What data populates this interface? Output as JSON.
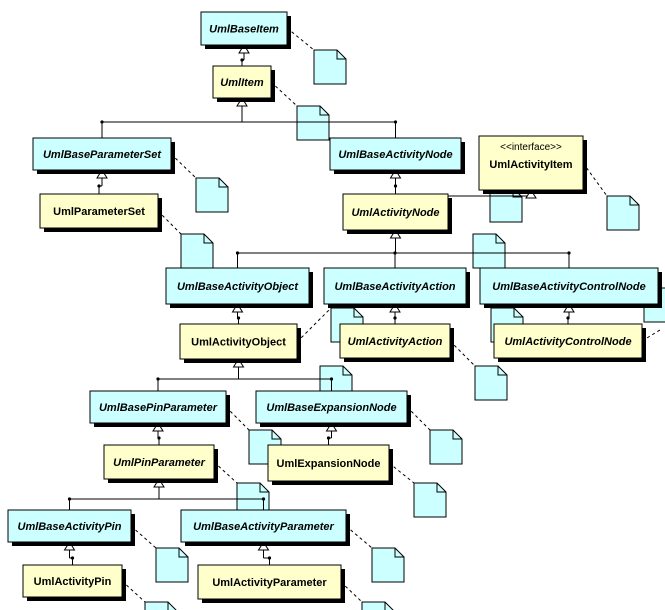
{
  "colors": {
    "base": "#ccffff",
    "derived": "#ffffcc",
    "note": "#ccffff",
    "line": "#000000",
    "shadow": "#000000"
  },
  "classes": [
    {
      "id": "UmlBaseItem",
      "label": "UmlBaseItem",
      "kind": "base",
      "italic": true
    },
    {
      "id": "UmlItem",
      "label": "UmlItem",
      "kind": "derived",
      "italic": true
    },
    {
      "id": "UmlBaseParameterSet",
      "label": "UmlBaseParameterSet",
      "kind": "base",
      "italic": true
    },
    {
      "id": "UmlBaseActivityNode",
      "label": "UmlBaseActivityNode",
      "kind": "base",
      "italic": true
    },
    {
      "id": "UmlActivityItem",
      "label": "UmlActivityItem",
      "stereotype": "<<interface>>",
      "kind": "derived",
      "italic": false
    },
    {
      "id": "UmlParameterSet",
      "label": "UmlParameterSet",
      "kind": "derived",
      "italic": false
    },
    {
      "id": "UmlActivityNode",
      "label": "UmlActivityNode",
      "kind": "derived",
      "italic": true
    },
    {
      "id": "UmlBaseActivityObject",
      "label": "UmlBaseActivityObject",
      "kind": "base",
      "italic": true
    },
    {
      "id": "UmlBaseActivityAction",
      "label": "UmlBaseActivityAction",
      "kind": "base",
      "italic": true
    },
    {
      "id": "UmlBaseActivityControlNode",
      "label": "UmlBaseActivityControlNode",
      "kind": "base",
      "italic": true
    },
    {
      "id": "UmlActivityObject",
      "label": "UmlActivityObject",
      "kind": "derived",
      "italic": false
    },
    {
      "id": "UmlActivityAction",
      "label": "UmlActivityAction",
      "kind": "derived",
      "italic": true
    },
    {
      "id": "UmlActivityControlNode",
      "label": "UmlActivityControlNode",
      "kind": "derived",
      "italic": true
    },
    {
      "id": "UmlBasePinParameter",
      "label": "UmlBasePinParameter",
      "kind": "base",
      "italic": true
    },
    {
      "id": "UmlBaseExpansionNode",
      "label": "UmlBaseExpansionNode",
      "kind": "base",
      "italic": true
    },
    {
      "id": "UmlPinParameter",
      "label": "UmlPinParameter",
      "kind": "derived",
      "italic": true
    },
    {
      "id": "UmlExpansionNode",
      "label": "UmlExpansionNode",
      "kind": "derived",
      "italic": false
    },
    {
      "id": "UmlBaseActivityPin",
      "label": "UmlBaseActivityPin",
      "kind": "base",
      "italic": true
    },
    {
      "id": "UmlBaseActivityParameter",
      "label": "UmlBaseActivityParameter",
      "kind": "base",
      "italic": true
    },
    {
      "id": "UmlActivityPin",
      "label": "UmlActivityPin",
      "kind": "derived",
      "italic": false
    },
    {
      "id": "UmlActivityParameter",
      "label": "UmlActivityParameter",
      "kind": "derived",
      "italic": false
    }
  ],
  "generalizations": [
    [
      "UmlItem",
      "UmlBaseItem"
    ],
    [
      "UmlBaseParameterSet",
      "UmlItem"
    ],
    [
      "UmlBaseActivityNode",
      "UmlItem"
    ],
    [
      "UmlActivityNode",
      "UmlBaseActivityNode"
    ],
    [
      "UmlActivityNode",
      "UmlActivityItem"
    ],
    [
      "UmlParameterSet",
      "UmlBaseParameterSet"
    ],
    [
      "UmlBaseActivityObject",
      "UmlActivityNode"
    ],
    [
      "UmlBaseActivityAction",
      "UmlActivityNode"
    ],
    [
      "UmlBaseActivityControlNode",
      "UmlActivityNode"
    ],
    [
      "UmlActivityObject",
      "UmlBaseActivityObject"
    ],
    [
      "UmlActivityAction",
      "UmlBaseActivityAction"
    ],
    [
      "UmlActivityControlNode",
      "UmlBaseActivityControlNode"
    ],
    [
      "UmlBasePinParameter",
      "UmlActivityObject"
    ],
    [
      "UmlBaseExpansionNode",
      "UmlActivityObject"
    ],
    [
      "UmlPinParameter",
      "UmlBasePinParameter"
    ],
    [
      "UmlExpansionNode",
      "UmlBaseExpansionNode"
    ],
    [
      "UmlBaseActivityPin",
      "UmlPinParameter"
    ],
    [
      "UmlBaseActivityParameter",
      "UmlPinParameter"
    ],
    [
      "UmlActivityPin",
      "UmlBaseActivityPin"
    ],
    [
      "UmlActivityParameter",
      "UmlBaseActivityParameter"
    ]
  ],
  "note_count": 20
}
